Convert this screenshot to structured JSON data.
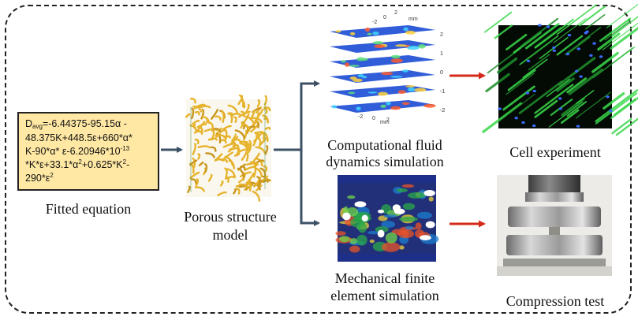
{
  "equation": {
    "line1_main": "D",
    "line1_sub": "avg",
    "line1_rest": "=-6.44375-95.15α -",
    "line2": "48.375K+448.5ε+660*α*",
    "line3_a": "K-90*α* ε-6.20946*10",
    "line3_sup": "-13",
    "line4_a": "*K*ε+33.1*α",
    "line4_sup1": "2",
    "line4_b": "+0.625*K",
    "line4_sup2": "2",
    "line4_c": "-",
    "line5_a": "290*ε",
    "line5_sup": "2"
  },
  "labels": {
    "fitted_equation": "Fitted equation",
    "porous_line1": "Porous structure",
    "porous_line2": "model",
    "cfd_line1": "Computational fluid",
    "cfd_line2": "dynamics simulation",
    "fea_line1": "Mechanical finite",
    "fea_line2": "element simulation",
    "cell": "Cell experiment",
    "compression": "Compression test"
  },
  "cfd_axis": {
    "unit_top": "mm",
    "unit_bottom": "mm",
    "ticks_top": [
      "2",
      "0",
      "-2"
    ],
    "ticks_right": [
      "2",
      "1",
      "0",
      "-1",
      "-2"
    ],
    "ticks_bottom": [
      "-2",
      "0",
      "2"
    ]
  },
  "colors": {
    "equation_fill": "#ffe8a4",
    "flow_arrow": "#3d5166",
    "result_arrow": "#d42a1a",
    "porous": "#e6b32c",
    "cfd_blue": "#1f4fd6",
    "cell_green": "#39d84a"
  }
}
